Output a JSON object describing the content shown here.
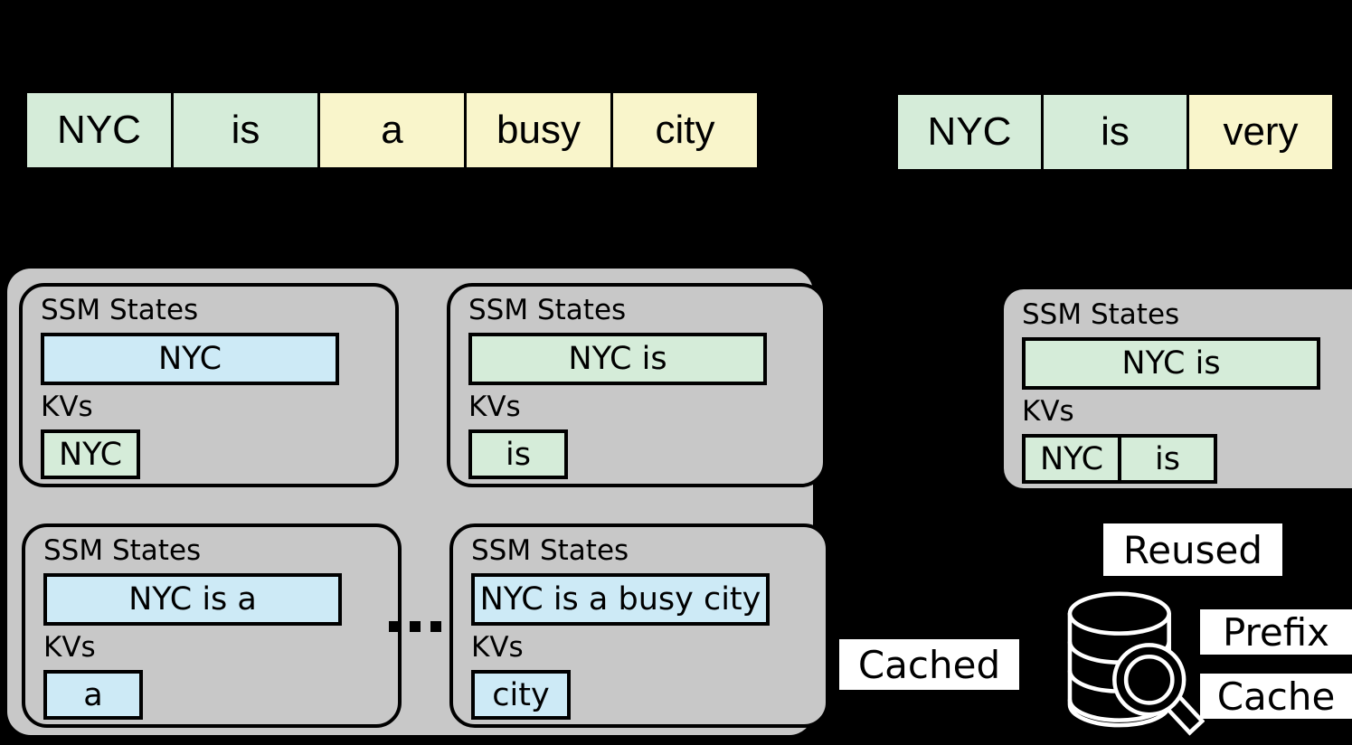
{
  "colors": {
    "background": "#000000",
    "reused_green": "#d5ecd9",
    "new_token_yellow": "#f9f5cb",
    "cached_only_blue": "#cdeaf6",
    "container_gray": "#c8c8c8",
    "label_background": "#ffffff",
    "outline_black": "#000000"
  },
  "rows": {
    "left": {
      "tokens": [
        {
          "text": "NYC",
          "status": "cached-prefix"
        },
        {
          "text": "is",
          "status": "cached-prefix"
        },
        {
          "text": "a",
          "status": "new"
        },
        {
          "text": "busy",
          "status": "new"
        },
        {
          "text": "city",
          "status": "new"
        }
      ]
    },
    "right": {
      "tokens": [
        {
          "text": "NYC",
          "status": "cached-prefix"
        },
        {
          "text": "is",
          "status": "cached-prefix"
        },
        {
          "text": "very",
          "status": "new"
        }
      ]
    }
  },
  "cache_entries": [
    {
      "ssm_label": "SSM States",
      "ssm_state": "NYC",
      "ssm_color": "blue",
      "kv_label": "KVs",
      "kvs": [
        {
          "text": "NYC",
          "color": "green"
        }
      ]
    },
    {
      "ssm_label": "SSM States",
      "ssm_state": "NYC is",
      "ssm_color": "green",
      "kv_label": "KVs",
      "kvs": [
        {
          "text": "is",
          "color": "green"
        }
      ]
    },
    {
      "ssm_label": "SSM States",
      "ssm_state": "NYC is a",
      "ssm_color": "blue",
      "kv_label": "KVs",
      "kvs": [
        {
          "text": "a",
          "color": "blue"
        }
      ]
    },
    {
      "ssm_label": "SSM States",
      "ssm_state": "NYC is a busy city",
      "ssm_color": "blue",
      "kv_label": "KVs",
      "kvs": [
        {
          "text": "city",
          "color": "blue"
        }
      ]
    }
  ],
  "reused_entry": {
    "ssm_label": "SSM States",
    "ssm_state": "NYC is",
    "ssm_color": "green",
    "kv_label": "KVs",
    "kvs": [
      {
        "text": "NYC",
        "color": "green"
      },
      {
        "text": "is",
        "color": "green"
      }
    ]
  },
  "labels": {
    "cached": "Cached",
    "reused": "Reused",
    "prefix_cache_line1": "Prefix",
    "prefix_cache_line2": "Cache"
  },
  "icons": {
    "database": "database-magnifier-icon",
    "ellipsis": "ellipsis-icon"
  }
}
